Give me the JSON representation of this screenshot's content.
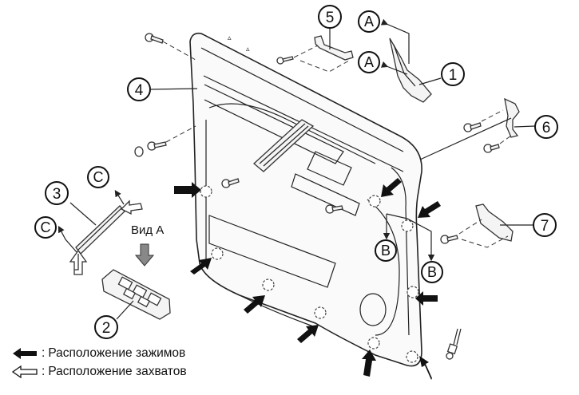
{
  "diagram": {
    "subject": "Front door trim panel exploded view",
    "callouts": [
      {
        "id": "1",
        "label": "1"
      },
      {
        "id": "2",
        "label": "2"
      },
      {
        "id": "3",
        "label": "3"
      },
      {
        "id": "4",
        "label": "4"
      },
      {
        "id": "5",
        "label": "5"
      },
      {
        "id": "6",
        "label": "6"
      },
      {
        "id": "7",
        "label": "7"
      }
    ],
    "letter_refs": {
      "A": "A",
      "B": "B",
      "C": "C"
    },
    "view_label": "Вид A",
    "colors": {
      "line": "#222222",
      "clip_arrow": "#111111",
      "view_arrow": "#888888",
      "background": "#ffffff"
    }
  },
  "legend": [
    {
      "icon": "solid-arrow-icon",
      "separator": ":",
      "text": "Расположение зажимов"
    },
    {
      "icon": "hollow-arrow-icon",
      "separator": ":",
      "text": "Расположение захватов"
    }
  ]
}
